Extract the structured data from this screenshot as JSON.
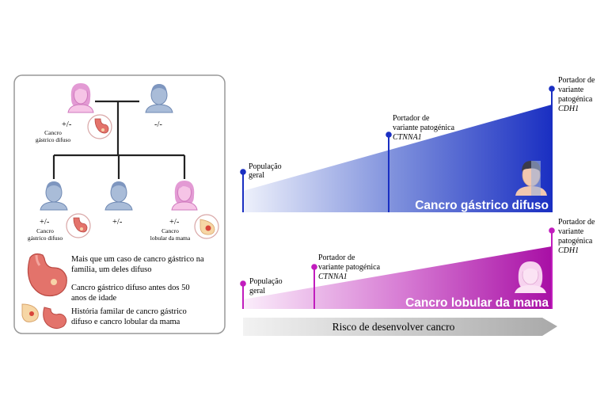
{
  "pedigree": {
    "grandmother": {
      "genotype": "+/-",
      "cancer_label_1": "Cancro",
      "cancer_label_2": "gástrico difuso"
    },
    "grandfather": {
      "genotype": "-/-"
    },
    "child1": {
      "genotype": "+/-",
      "cancer_label_1": "Cancro",
      "cancer_label_2": "gástrico difuso"
    },
    "child2": {
      "genotype": "+/-"
    },
    "child3": {
      "genotype": "+/-",
      "cancer_label_1": "Cancro",
      "cancer_label_2": "lobular da mama"
    }
  },
  "criteria": [
    {
      "line1": "Mais que um caso de cancro gástrico na",
      "line2": "família, um deles difuso",
      "icon": "stomach-icon"
    },
    {
      "line1": "Cancro gástrico difuso antes dos 50",
      "line2": "anos de idade",
      "icon": "stomach-icon"
    },
    {
      "line1": "História familar de cancro gástrico",
      "line2": "difuso e cancro lobular da mama",
      "icon": "breast-and-stomach-icon"
    }
  ],
  "panels": {
    "gastric": {
      "title": "Cancro gástrico difuso",
      "color": "#1a2fc2",
      "markers": [
        {
          "line1": "População",
          "line2": "geral",
          "gene": ""
        },
        {
          "line1": "Portador de",
          "line2": "variante patogénica",
          "gene": "CTNNA1"
        },
        {
          "line1": "Portador de",
          "line2": "variante",
          "line3": "patogénica",
          "gene": "CDH1"
        }
      ]
    },
    "breast": {
      "title": "Cancro lobular da mama",
      "color": "#b515b0",
      "markers": [
        {
          "line1": "População",
          "line2": "geral",
          "gene": ""
        },
        {
          "line1": "Portador de",
          "line2": "variante patogénica",
          "gene": "CTNNA1"
        },
        {
          "line1": "Portador de",
          "line2": "variante",
          "line3": "patogénica",
          "gene": "CDH1"
        }
      ]
    }
  },
  "arrow": {
    "label": "Risco de desenvolver cancro"
  }
}
